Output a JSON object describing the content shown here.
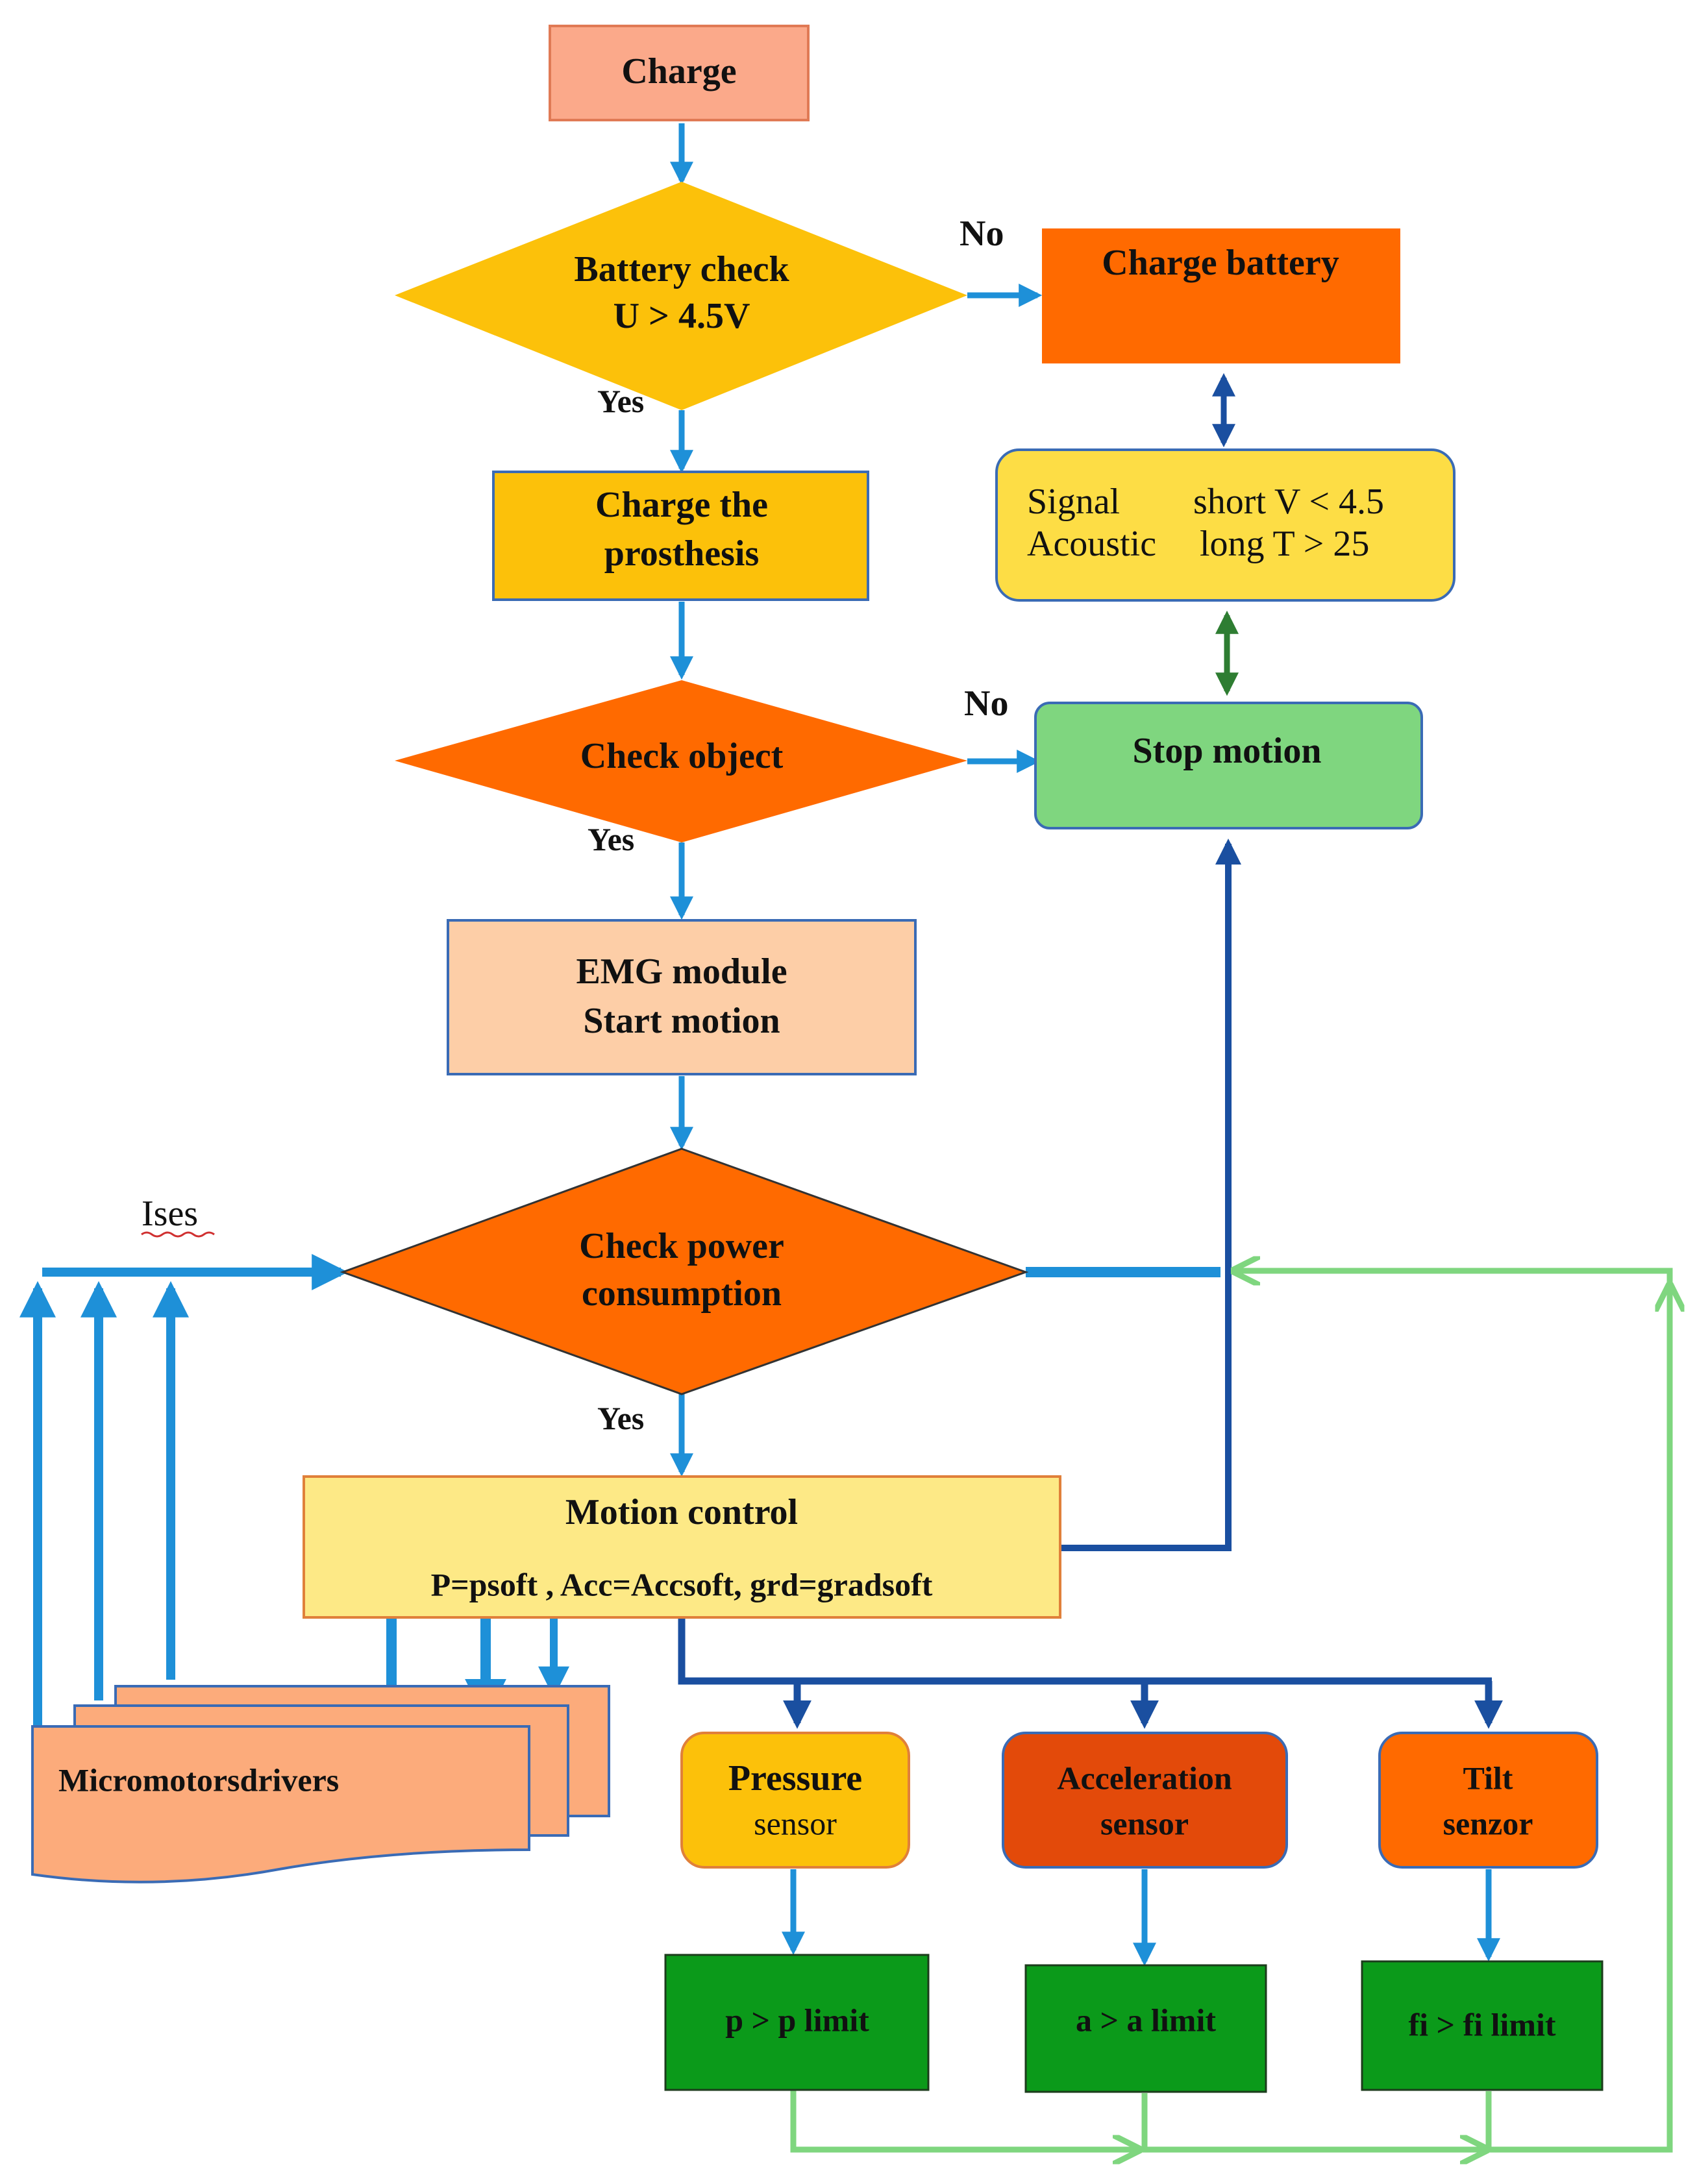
{
  "nodes": {
    "charge": "Charge",
    "battery_check": [
      "Battery check",
      "U > 4.5V"
    ],
    "charge_battery": "Charge battery",
    "charge_prosthesis": [
      "Charge the",
      "prosthesis"
    ],
    "signal": {
      "left": [
        "Signal",
        "Acoustic"
      ],
      "right": [
        "short V < 4.5",
        "long T > 25"
      ]
    },
    "check_object": "Check object",
    "stop_motion": "Stop  motion",
    "emg": [
      "EMG module",
      "Start  motion"
    ],
    "check_power": [
      "Check power",
      "consumption"
    ],
    "motion_control": [
      "Motion control",
      "P=psoft , Acc=Accsoft, grd=gradsoft"
    ],
    "micromotors": "Micromotorsdrivers",
    "pressure_sensor": [
      "Pressure",
      "sensor"
    ],
    "acceleration_sensor": [
      "Acceleration",
      "sensor"
    ],
    "tilt_sensor": [
      "Tilt",
      "senzor"
    ],
    "p_limit": "p > p limit",
    "a_limit": "a > a limit",
    "fi_limit": "fi > fi limit"
  },
  "edge_labels": {
    "battery_no": "No",
    "battery_yes": "Yes",
    "object_no": "No",
    "object_yes": "Yes",
    "power_yes": "Yes",
    "ises": "Ises"
  },
  "colors": {
    "flow_arrow": "#1e90d8",
    "dark_arrow": "#1a4fa0",
    "green_arrow": "#2e7d32",
    "feedback": "#7fd67f",
    "salmon": "#fba98a",
    "gold": "#fcc10a",
    "orange": "#ff6a00",
    "dark_orange": "#e34a0a",
    "yellow": "#fddd45",
    "light_yellow": "#fde986",
    "peach": "#fdcea7",
    "motor": "#fcab7b",
    "mint": "#7fd67f",
    "green": "#0b9a1a"
  }
}
